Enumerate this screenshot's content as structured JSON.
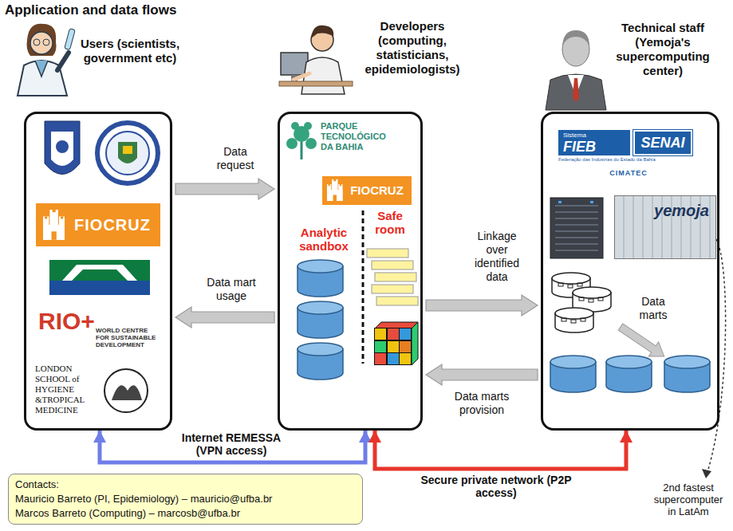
{
  "diagram": {
    "title": "Application and data flows",
    "nodes": [
      {
        "text": [
          "Users (scientists, government etc)"
        ]
      },
      {
        "text": [
          "FIOCRUZ"
        ],
        "in": 0
      },
      {
        "text": [
          "Developers (computing, statisticians, epidemiologists)"
        ]
      },
      {
        "text": [
          "FIOCRUZ"
        ],
        "in": 2
      },
      {
        "text": [
          "Technical staff (Yemoja's supercomputing center)"
        ]
      },
      {
        "text": [
          "Sistema",
          "FIEB"
        ],
        "in": 4
      },
      {
        "text": [
          "SENAI"
        ],
        "in": 4
      },
      {
        "text": [
          "yemoja"
        ],
        "in": 4
      },
      {
        "text": [
          "Contacts:",
          "Mauricio Barreto (PI, Epidemiology) – mauricio@ufba.br",
          "Marcos Barreto (Computing) – marcosb@ufba.br"
        ]
      }
    ],
    "edges": [
      {
        "from": 0,
        "to": 2,
        "arrow": "to",
        "label": "Data request"
      },
      {
        "from": 2,
        "to": 0,
        "arrow": "to",
        "label": "Data mart usage"
      },
      {
        "from": 2,
        "to": 4,
        "arrow": "to",
        "label": "Linkage over identified data"
      },
      {
        "from": 4,
        "to": 2,
        "arrow": "to",
        "label": "Data marts provision"
      },
      {
        "from": 0,
        "to": 2,
        "arrow": "both",
        "label": "Internet REMESSA (VPN access)"
      },
      {
        "from": 2,
        "to": 4,
        "arrow": "both",
        "label": "Secure private network (P2P access)"
      }
    ],
    "labels": [
      "Analytic sandbox",
      "Safe room",
      "PARQUE TECNOLÓGICO DA BAHIA",
      "RIO+",
      "WORLD CENTRE FOR SUSTAINABLE DEVELOPMENT",
      "LONDON SCHOOL of HYGIENE &TROPICAL MEDICINE",
      "Federação das Indústrias do Estado da Bahia",
      "CIMATEC",
      "Data marts",
      "2nd fastest supercomputer in LatAm"
    ]
  }
}
